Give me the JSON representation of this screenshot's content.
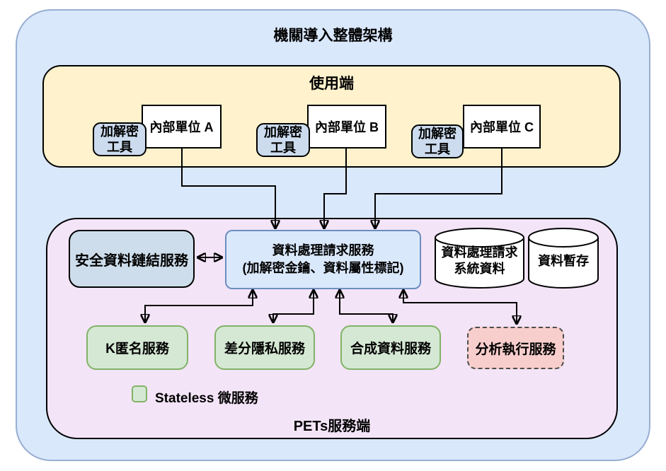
{
  "title": "機關導入整體架構",
  "user_zone": {
    "label": "使用端",
    "units": [
      {
        "name": "內部單位 A",
        "tool_line1": "加解密",
        "tool_line2": "工具"
      },
      {
        "name": "內部單位 B",
        "tool_line1": "加解密",
        "tool_line2": "工具"
      },
      {
        "name": "內部單位 C",
        "tool_line1": "加解密",
        "tool_line2": "工具"
      }
    ]
  },
  "pets_zone": {
    "label": "PETs服務端",
    "secure_link_service": "安全資料鏈結服務",
    "request_service": {
      "line1": "資料處理請求服務",
      "line2": "(加解密金鑰、資料屬性標記)"
    },
    "datastores": [
      {
        "line1": "資料處理請求",
        "line2": "系統資料"
      },
      {
        "line1": "資料暫存",
        "line2": ""
      }
    ],
    "services": [
      {
        "label": "K匿名服務"
      },
      {
        "label": "差分隱私服務"
      },
      {
        "label": "合成資料服務"
      },
      {
        "label": "分析執行服務"
      }
    ],
    "legend_label": "Stateless 微服務"
  },
  "colors": {
    "outer_zone_fill": "#dae8fc",
    "outer_zone_border": "#97aed1",
    "user_zone_fill": "#fff2cc",
    "pets_zone_fill": "#f3e4f7",
    "crypto_tool_fill": "#ccdbee",
    "secure_link_fill": "#cdddeb",
    "request_service_fill": "#dae8fc",
    "request_service_border": "#6c8ebf",
    "stateless_service_fill": "#d5e8d4",
    "stateless_service_border": "#82b366",
    "analysis_service_fill": "#f8cecc",
    "connector_color": "#000000"
  }
}
